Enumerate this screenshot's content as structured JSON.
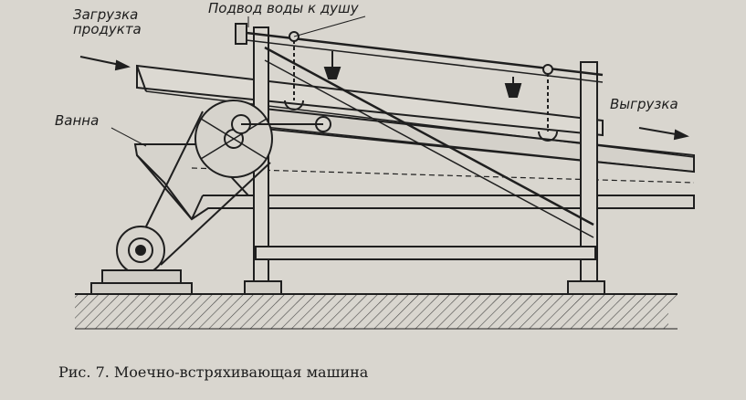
{
  "labels": {
    "loading_line1": "Загрузка",
    "loading_line2": "продукта",
    "water_supply": "Подвод воды к душу",
    "bath": "Ванна",
    "unloading": "Выгрузка"
  },
  "caption": "Рис. 7. Моечно-встряхивающая машина"
}
